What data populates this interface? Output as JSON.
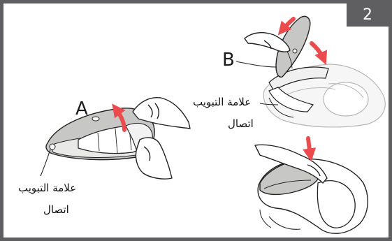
{
  "step": "2",
  "callouts": {
    "a": "A",
    "b": "B"
  },
  "labels": {
    "tab": "علامة التبويب",
    "connection": "اتصال"
  },
  "colors": {
    "frame": "#5f5f62",
    "arrow": "#ec4b4e",
    "device_fill": "#c7c7c5"
  }
}
